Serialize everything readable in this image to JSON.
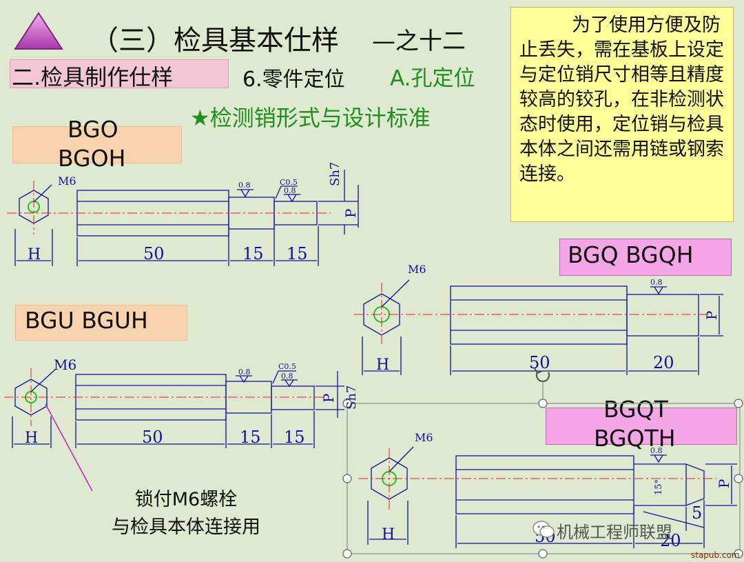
{
  "title": "（三）检具基本仕样",
  "title_suffix": "—之十二",
  "section": "二.检具制作仕样",
  "parts": "6.零件定位",
  "holes": "A.孔定位",
  "subtitle": "★检测销形式与设计标准",
  "note": "为了使用方便及防止丢失，需在基板上设定与定位销尺寸相等且精度较高的铰孔，在非检测状态时使用，定位销与检具本体之间还需用链或钢索连接。",
  "labels": {
    "bgo": "BGO",
    "bgoh": "BGOH",
    "bgu": "BGU  BGUH",
    "bgq": "BGQ  BGQH",
    "bgqt": "BGQT",
    "bgqth": "BGQTH"
  },
  "lock_note": [
    "锁付M6螺栓",
    "与检具本体连接用"
  ],
  "dims": {
    "m6": "M6",
    "h": "H",
    "p": "P",
    "sh7": "Sh7",
    "r08": "0.8",
    "c05": "C0.5",
    "d50": "50",
    "d15": "15",
    "d20": "20",
    "d5": "5",
    "a15": "15°"
  },
  "watermark": "机械工程师联盟",
  "url": "stapub.com",
  "colors": {
    "background": "#dfe9cf",
    "note": "#ffff99",
    "green": "#1f8f1f",
    "pink": "#f5a6e6",
    "peach": "#f9d3b0",
    "line": "#1010a0",
    "center": "#e02020"
  }
}
